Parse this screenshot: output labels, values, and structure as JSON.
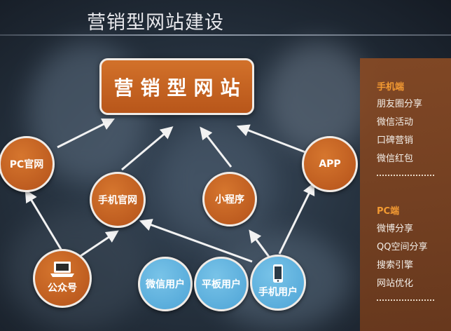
{
  "title": "营销型网站建设",
  "center": "营销型网站",
  "nodes": {
    "pc": "PC官网",
    "mobile_site": "手机官网",
    "mini_program": "小程序",
    "app": "APP",
    "official_account": "公众号",
    "wechat_users": "微信用户",
    "tablet_users": "平板用户",
    "mobile_users": "手机用户"
  },
  "panel": {
    "mobile": {
      "title": "手机端",
      "items": [
        "朋友圈分享",
        "微信活动",
        "口碑营销",
        "微信红包"
      ],
      "ellipsis": "…………"
    },
    "pc": {
      "title": "PC端",
      "items": [
        "微博分享",
        "QQ空间分享",
        "搜索引擎",
        "网站优化"
      ],
      "ellipsis": "…………"
    }
  },
  "colors": {
    "orange": "#c4611f",
    "blue": "#5aaedc",
    "panel": "#7a4220",
    "panel_heading": "#f39a32"
  },
  "icons": {
    "laptop": "laptop-icon",
    "phone": "phone-icon"
  }
}
